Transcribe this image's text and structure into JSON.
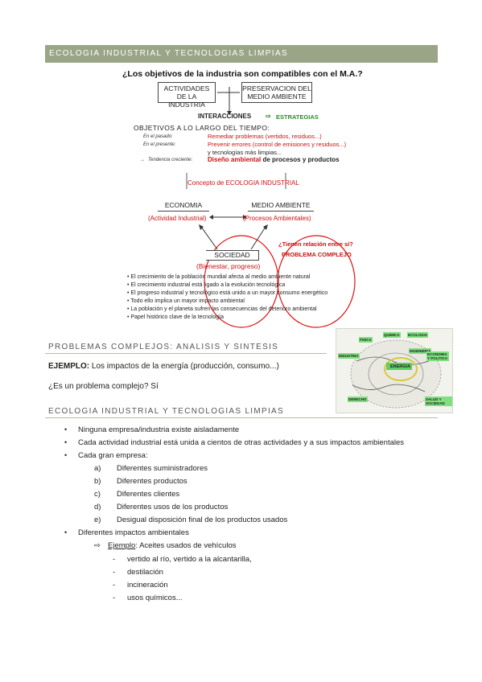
{
  "section1": {
    "title": "ECOLOGIA INDUSTRIAL Y TECNOLOGIAS LIMPIAS"
  },
  "diagram": {
    "question": "¿Los objetivos de la industria son compatibles con el M.A.?",
    "box_activities": "ACTIVIDADES DE LA INDUSTRIA",
    "box_preservation": "PRESERVACION DEL MEDIO AMBIENTE",
    "interactions": "INTERACCIONES",
    "strategies": "ESTRATEGIAS",
    "objectives_heading": "OBJETIVOS A LO LARGO DEL TIEMPO:",
    "past_label": "En el pasado:",
    "past_text": "Remediar problemas (vertidos, residuos...)",
    "present_label": "En el presente:",
    "present_text": "Prevenir errores (control de emisiones y residuos...)",
    "present_text2": "y tecnologías más limpias...",
    "trend_label": "Tendencia creciente:",
    "trend_text_red": "Diseño ambiental",
    "trend_text_rest": "de procesos y productos",
    "concept": "Concepto de ECOLOGIA INDUSTRIAL",
    "economia": "ECONOMIA",
    "economia_sub": "(Actividad Industrial)",
    "medio": "MEDIO AMBIENTE",
    "medio_sub": "(Procesos Ambientales)",
    "sociedad": "SOCIEDAD",
    "sociedad_sub": "(Bienestar, progreso)",
    "relation_q": "¿Tienen relación entre sí?",
    "complex": "PROBLEMA COMPLEJO",
    "bullets": [
      "El crecimiento de la población mundial afecta al medio ambiente natural",
      "El crecimiento industrial está ligado a la evolución tecnológica",
      "El progreso industrial y tecnológico está unido a un mayor consumo energético",
      "Todo ello implica un mayor impacto ambiental",
      "La población y el planeta sufren las consecuencias del deterioro ambiental",
      "Papel histórico clave de la tecnología"
    ]
  },
  "section2": {
    "title": "PROBLEMAS COMPLEJOS: ANALISIS Y SINTESIS",
    "example_label": "EJEMPLO:",
    "example_text": " Los impactos de la energía (producción, consumo...)",
    "question": "¿Es un problema complejo? Sí"
  },
  "figure": {
    "center": "ENERGIA",
    "tags": [
      "FISICA",
      "QUIMICA",
      "ECOLOGIA",
      "INGENIERIA",
      "ECONOMIA Y POLITICA",
      "SALUD Y SOCIEDAD",
      "DERECHO",
      "INDUSTRIA"
    ]
  },
  "section3": {
    "title": "ECOLOGIA INDUSTRIAL Y TECNOLOGIAS LIMPIAS",
    "bullets": [
      "Ninguna empresa/industria existe aisladamente",
      "Cada actividad industrial está unida a cientos de otras actividades y a sus impactos ambientales",
      "Cada gran empresa:"
    ],
    "sublist": [
      {
        "marker": "a)",
        "text": "Diferentes suministradores"
      },
      {
        "marker": "b)",
        "text": "Diferentes productos"
      },
      {
        "marker": "c)",
        "text": "Diferentes clientes"
      },
      {
        "marker": "d)",
        "text": "Diferentes usos de los productos"
      },
      {
        "marker": "e)",
        "text": "Desigual disposición final de los productos usados"
      }
    ],
    "bullet4": "Diferentes impactos ambientales",
    "example_label": "Ejemplo",
    "example_text": ": Aceites usados de vehículos",
    "dash_items": [
      "vertido al río, vertido a la alcantarilla,",
      "destilación",
      "incineración",
      "usos químicos..."
    ]
  }
}
